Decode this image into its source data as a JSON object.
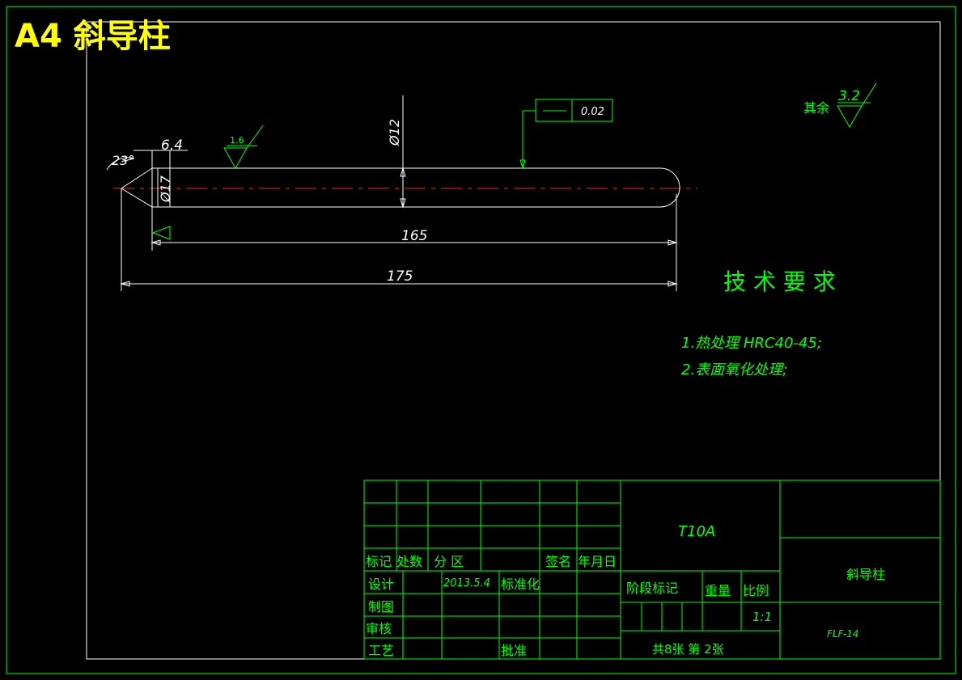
{
  "colors": {
    "background": "#000000",
    "frame": "#00ff00",
    "geometry": "#ffffff",
    "centerline": "#ff2020",
    "title": "#ffff00"
  },
  "header": {
    "title": "A4  斜导柱"
  },
  "part": {
    "dimensions": {
      "angle": "23°",
      "chamfer_length": "6.4",
      "small_diameter": "Ø17",
      "large_diameter": "Ø12",
      "length_165": "165",
      "length_175": "175"
    },
    "roughness": {
      "surface_mark": "1.6",
      "other_value": "3.2",
      "other_label": "其余"
    },
    "tolerance": {
      "value": "0.02"
    }
  },
  "requirements": {
    "title": "技 术 要 求",
    "items": [
      "1.热处理 HRC40-45;",
      "2.表面氧化处理;"
    ]
  },
  "title_block": {
    "material": "T10A",
    "part_name": "斜导柱",
    "drawing_no": "FLF-14",
    "headers": {
      "mark": "标记",
      "count": "处数",
      "zone": "分 区",
      "signature": "签名",
      "date": "年月日"
    },
    "rows": {
      "design": "设计",
      "design_date": "2013.5.4",
      "standardize": "标准化",
      "drawing": "制图",
      "review": "审核",
      "process": "工艺",
      "approve": "批准"
    },
    "stage_label": "阶段标记",
    "weight_label": "重量",
    "scale_label": "比例",
    "scale_value": "1:1",
    "sheets": "共8张  第 2张"
  }
}
